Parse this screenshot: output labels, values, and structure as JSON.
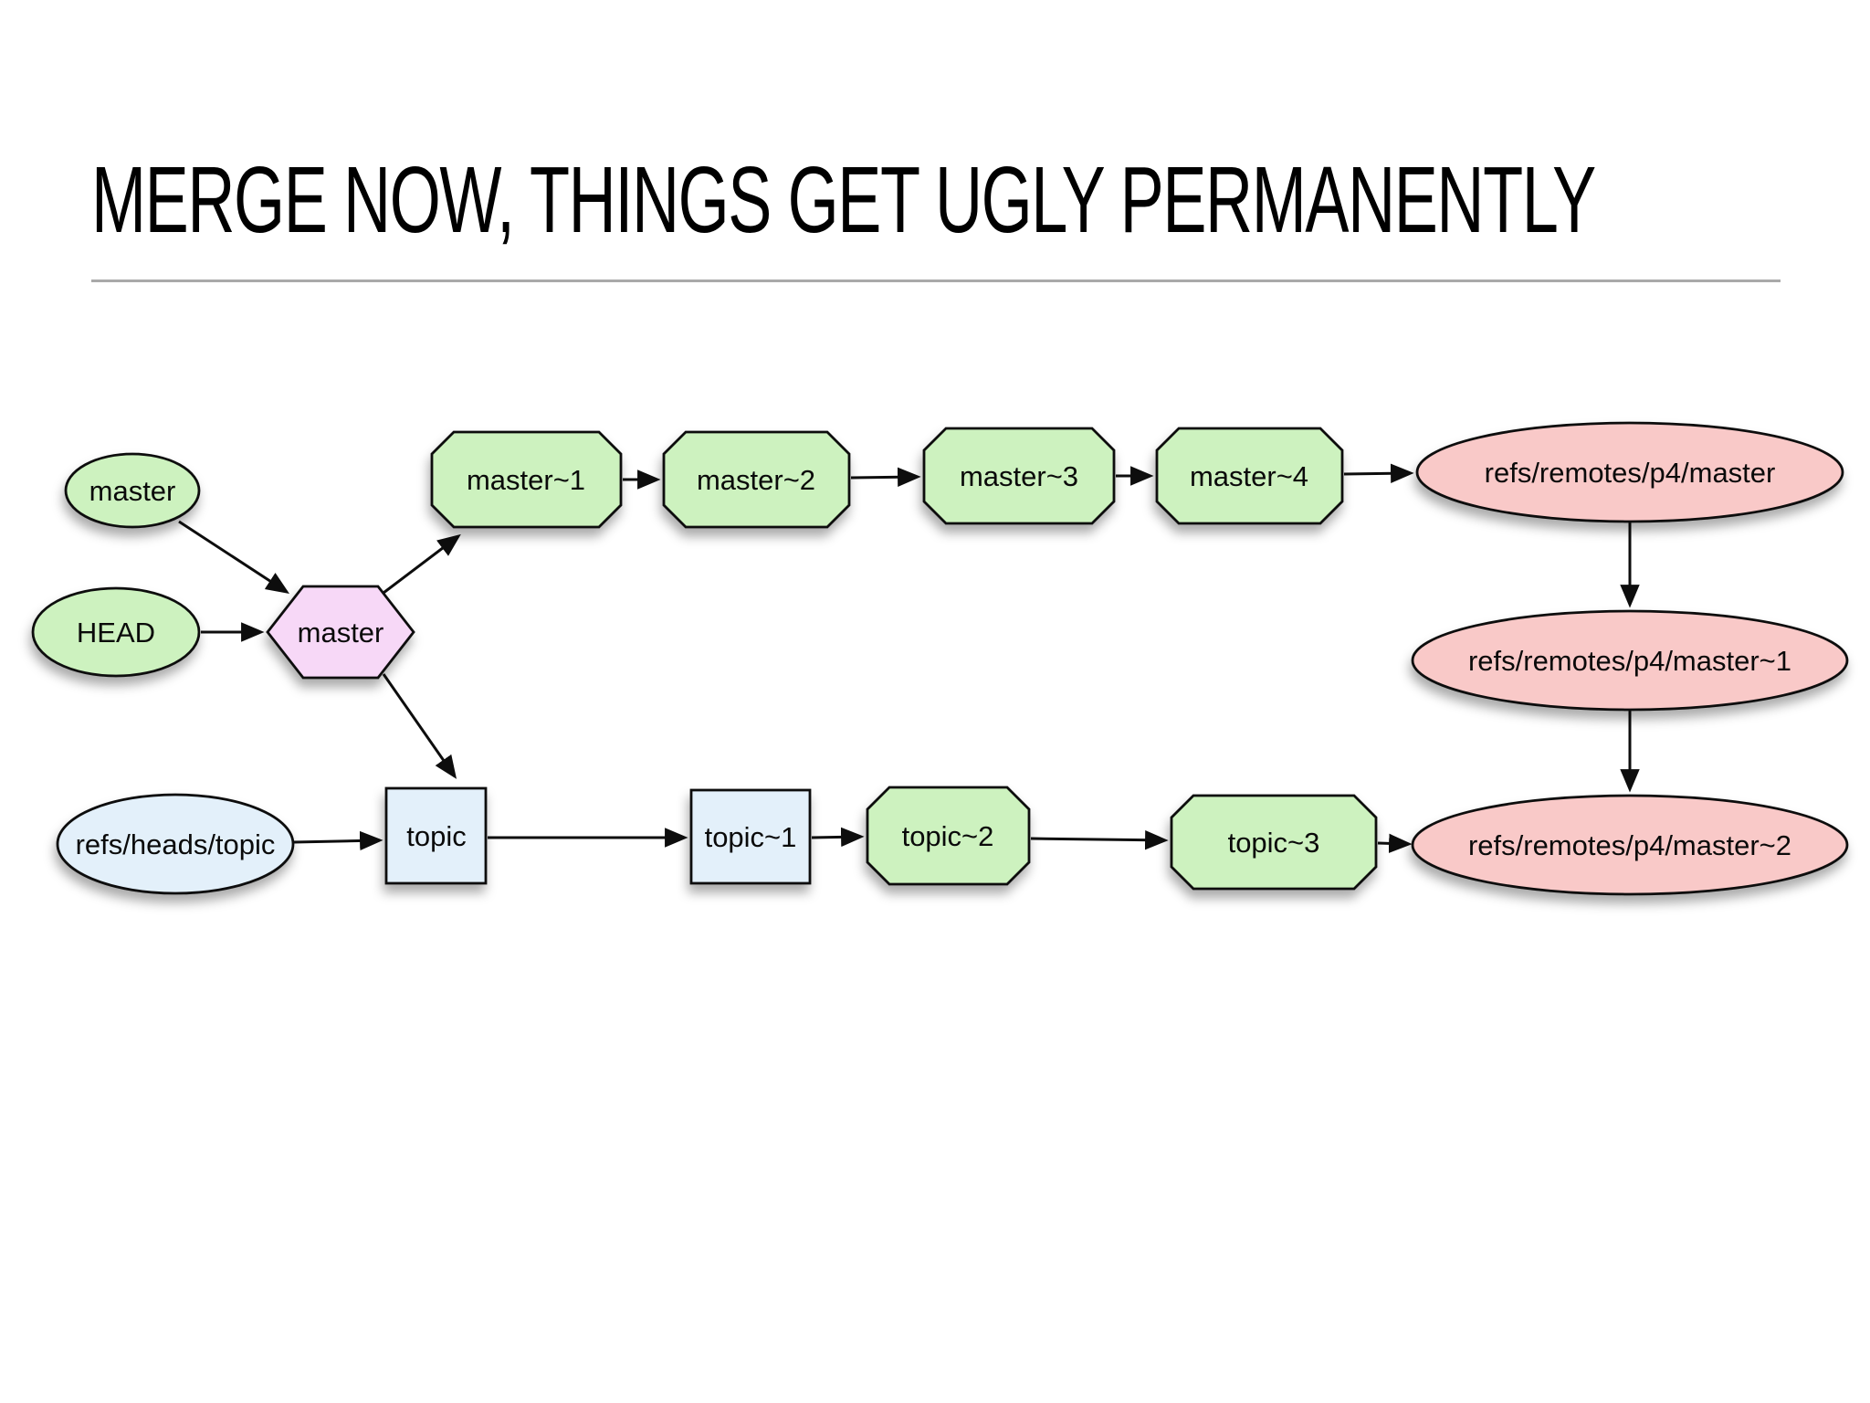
{
  "title": "MERGE NOW, THINGS GET UGLY PERMANENTLY",
  "colors": {
    "branch_green": "#cdf2bf",
    "remote_red": "#f9c9c8",
    "head_pink": "#f7d8f7",
    "topic_blue": "#e3f0fa",
    "edge_black": "#0d0d0d",
    "divider_gray": "#a9a9a9"
  },
  "nodes": {
    "master_ref": {
      "label": "master",
      "shape": "ellipse",
      "color": "branch_green"
    },
    "head_ref": {
      "label": "HEAD",
      "shape": "ellipse",
      "color": "branch_green"
    },
    "master_head": {
      "label": "master",
      "shape": "hexagon",
      "color": "head_pink"
    },
    "master_1": {
      "label": "master~1",
      "shape": "octagon",
      "color": "branch_green"
    },
    "master_2": {
      "label": "master~2",
      "shape": "octagon",
      "color": "branch_green"
    },
    "master_3": {
      "label": "master~3",
      "shape": "octagon",
      "color": "branch_green"
    },
    "master_4": {
      "label": "master~4",
      "shape": "octagon",
      "color": "branch_green"
    },
    "p4_master": {
      "label": "refs/remotes/p4/master",
      "shape": "ellipse",
      "color": "remote_red"
    },
    "p4_master_1": {
      "label": "refs/remotes/p4/master~1",
      "shape": "ellipse",
      "color": "remote_red"
    },
    "p4_master_2": {
      "label": "refs/remotes/p4/master~2",
      "shape": "ellipse",
      "color": "remote_red"
    },
    "refs_heads_topic": {
      "label": "refs/heads/topic",
      "shape": "ellipse",
      "color": "topic_blue"
    },
    "topic": {
      "label": "topic",
      "shape": "box",
      "color": "topic_blue"
    },
    "topic_1": {
      "label": "topic~1",
      "shape": "box",
      "color": "topic_blue"
    },
    "topic_2": {
      "label": "topic~2",
      "shape": "octagon",
      "color": "branch_green"
    },
    "topic_3": {
      "label": "topic~3",
      "shape": "octagon",
      "color": "branch_green"
    }
  },
  "edges": [
    {
      "from": "master_ref",
      "to": "master_head"
    },
    {
      "from": "head_ref",
      "to": "master_head"
    },
    {
      "from": "master_head",
      "to": "master_1"
    },
    {
      "from": "master_1",
      "to": "master_2"
    },
    {
      "from": "master_2",
      "to": "master_3"
    },
    {
      "from": "master_3",
      "to": "master_4"
    },
    {
      "from": "master_4",
      "to": "p4_master"
    },
    {
      "from": "p4_master",
      "to": "p4_master_1"
    },
    {
      "from": "p4_master_1",
      "to": "p4_master_2"
    },
    {
      "from": "master_head",
      "to": "topic"
    },
    {
      "from": "refs_heads_topic",
      "to": "topic"
    },
    {
      "from": "topic",
      "to": "topic_1"
    },
    {
      "from": "topic_1",
      "to": "topic_2"
    },
    {
      "from": "topic_2",
      "to": "topic_3"
    },
    {
      "from": "topic_3",
      "to": "p4_master_2"
    }
  ]
}
